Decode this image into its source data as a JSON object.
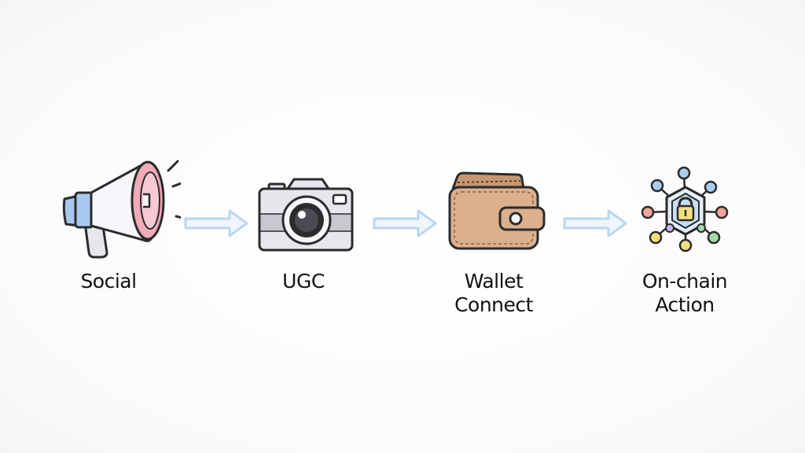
{
  "flow": {
    "steps": [
      {
        "id": "social",
        "label_lines": [
          "Social"
        ],
        "icon": "megaphone-icon"
      },
      {
        "id": "ugc",
        "label_lines": [
          "UGC"
        ],
        "icon": "camera-icon"
      },
      {
        "id": "wallet",
        "label_lines": [
          "Wallet",
          "Connect"
        ],
        "icon": "wallet-icon"
      },
      {
        "id": "onchain",
        "label_lines": [
          "On-chain",
          "Action"
        ],
        "icon": "blockchain-network-icon"
      }
    ],
    "arrow_icon": "arrow-right-icon"
  },
  "colors": {
    "stroke": "#2b2b2b",
    "megaphone_white": "#f7f7fb",
    "megaphone_pink": "#f2aab8",
    "megaphone_blue": "#a9c8ee",
    "camera_body": "#e6e7ec",
    "camera_band": "#c7c8d0",
    "wallet_leather": "#dcb08c",
    "arrow": "#bcd6ee",
    "node_blue": "#a9cdf0",
    "node_red": "#f2a598",
    "node_yellow": "#f3df7e",
    "node_green": "#9fdca6",
    "node_purple": "#c8b4ec"
  }
}
